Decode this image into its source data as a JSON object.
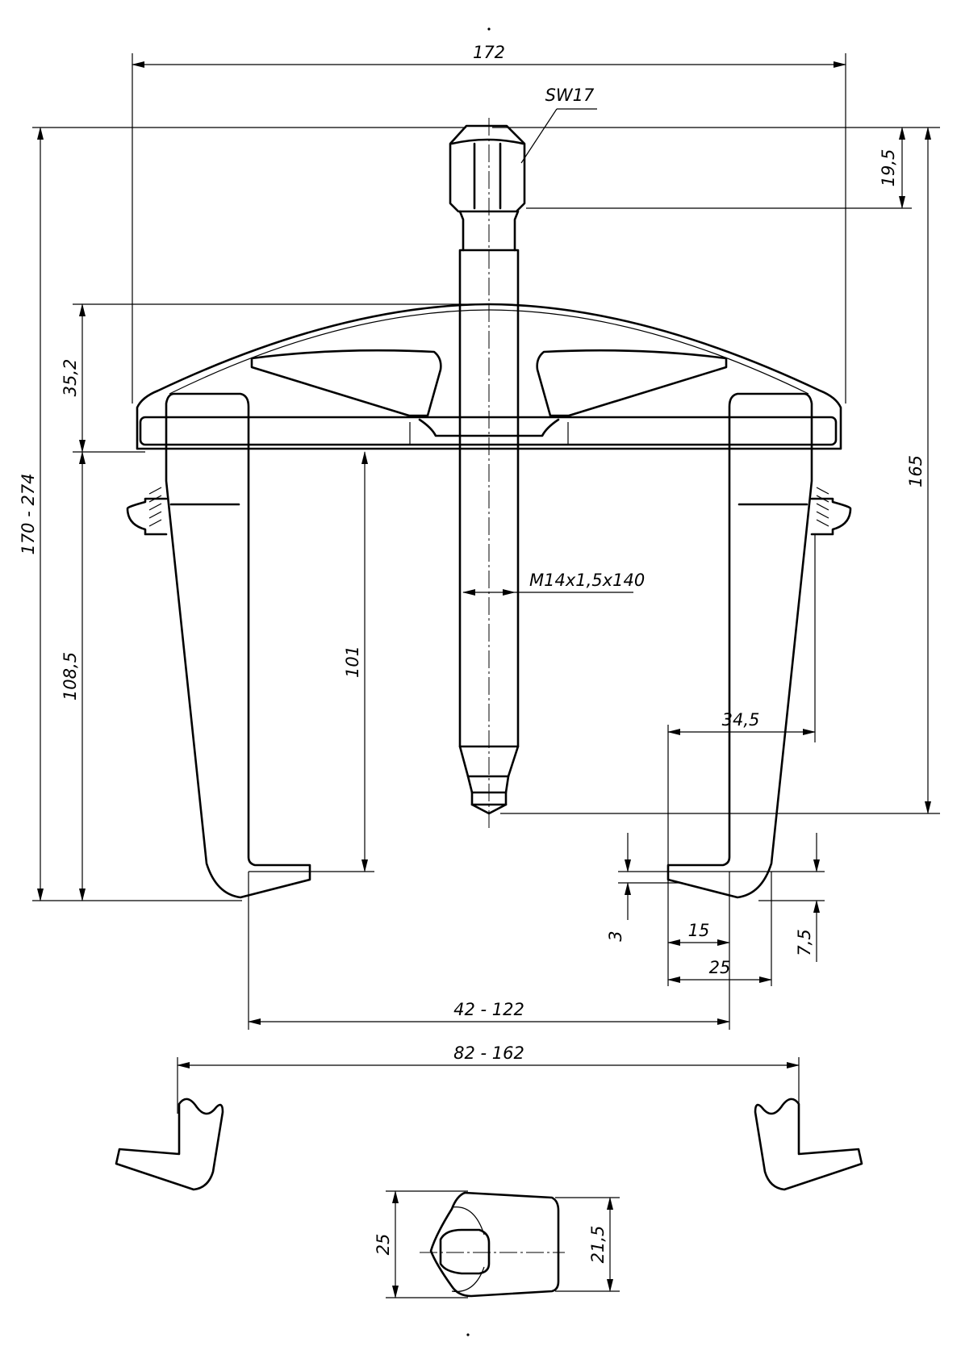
{
  "drawing": {
    "ink_color": "#000000",
    "paper_color": "#ffffff",
    "labels": {
      "overall_width": "172",
      "nut_size": "SW17",
      "nut_height": "19,5",
      "height_range": "170 - 274",
      "crossbar_height": "35,2",
      "reach": "108,5",
      "inner_reach": "101",
      "thread": "M14x1,5x140",
      "total_height": "165",
      "leg_offset": "34,5",
      "hook_gap": "3",
      "hook_depth": "15",
      "foot_width": "25",
      "foot_height": "7,5",
      "inner_span": "42 - 122",
      "outer_span": "82 - 162",
      "jaw_width": "25",
      "jaw_tip_width": "21,5"
    }
  }
}
